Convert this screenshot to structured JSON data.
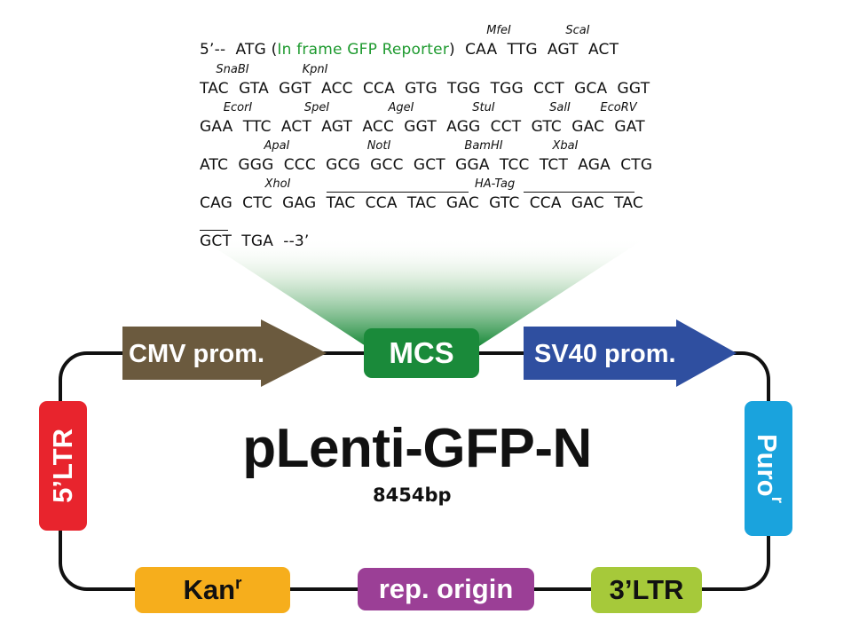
{
  "title": "pLenti-GFP-N",
  "size_label": "8454bp",
  "sequence": {
    "line1_prefix": "5’--  ATG (",
    "line1_reporter": "In frame GFP Reporter",
    "line1_suffix": ")  CAA  TTG  AGT  ACT",
    "line2": "TAC  GTA  GGT  ACC  CCA  GTG  TGG  TGG  CCT  GCA  GGT",
    "line3": "GAA  TTC  ACT  AGT  ACC  GGT  AGG  CCT  GTC  GAC  GAT",
    "line4": "ATC  GGG  CCC  GCG  GCC  GCT  GGA  TCC  TCT  AGA  CTG",
    "line5": "CAG  CTC  GAG  TAC  CCA  TAC  GAC  GTC  CCA  GAC  TAC",
    "line6": "GCT  TGA  --3’",
    "ha_tag_label": "HA-Tag"
  },
  "restriction_sites": [
    {
      "name": "MfeI"
    },
    {
      "name": "ScaI"
    },
    {
      "name": "SnaBI"
    },
    {
      "name": "KpnI"
    },
    {
      "name": "EcorI"
    },
    {
      "name": "SpeI"
    },
    {
      "name": "AgeI"
    },
    {
      "name": "StuI"
    },
    {
      "name": "SalI"
    },
    {
      "name": "EcoRV"
    },
    {
      "name": "ApaI"
    },
    {
      "name": "NotI"
    },
    {
      "name": "BamHI"
    },
    {
      "name": "XbaI"
    },
    {
      "name": "XhoI"
    }
  ],
  "elements": {
    "cmv": {
      "label": "CMV prom.",
      "color": "#6b5a3e"
    },
    "mcs": {
      "label": "MCS",
      "color": "#1a8a3a"
    },
    "sv40": {
      "label": "SV40 prom.",
      "color": "#2f4fa0"
    },
    "ltr5": {
      "label": "5’LTR",
      "color": "#e8242d"
    },
    "puro": {
      "label": "Puro",
      "sup": "r",
      "color": "#1aa3dd"
    },
    "ltr3": {
      "label": "3’LTR",
      "color": "#a6c93a"
    },
    "rep_origin": {
      "label": "rep. origin",
      "color": "#9b3f96"
    },
    "kan": {
      "label": "Kan",
      "sup": "r",
      "color": "#f6ae1c"
    }
  }
}
